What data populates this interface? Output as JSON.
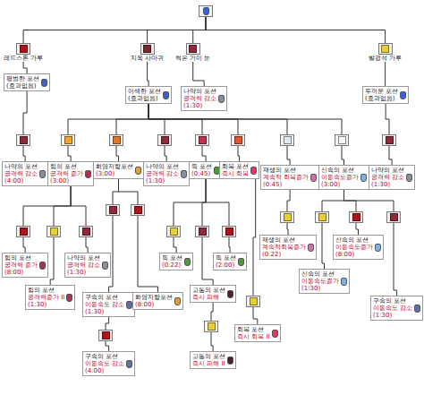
{
  "diagram": {
    "nodes": [
      {
        "text": []
      },
      {
        "text": [
          "레드스톤 가루"
        ]
      },
      {
        "text": [
          "지옥 사마귀"
        ]
      },
      {
        "text": [
          "썩은 거미 눈"
        ]
      },
      {
        "text": [
          "발광석 가루"
        ]
      },
      {
        "text": [
          "평범한 포션",
          "(효과없음)"
        ]
      },
      {
        "text": [
          "어색한 포션",
          "(효과없음)"
        ]
      },
      {
        "text": [
          "나약의 포션",
          "공격력 감소",
          "(1:30)"
        ]
      },
      {
        "text": [
          "두꺼운 포션",
          "(효과없음)"
        ]
      },
      {
        "text": []
      },
      {
        "text": []
      },
      {
        "text": []
      },
      {
        "text": []
      },
      {
        "text": []
      },
      {
        "text": []
      },
      {
        "text": []
      },
      {
        "text": []
      },
      {
        "text": []
      },
      {
        "text": [
          "나약의 포션",
          "공격력 감소",
          "(4:00)"
        ]
      },
      {
        "text": [
          "힘의 포션",
          "공격력 증가",
          "(3:00)"
        ]
      },
      {
        "text": [
          "화염저항포션",
          "(3:00)"
        ]
      },
      {
        "text": [
          "나약의 포션",
          "공격력 감소",
          "(1:30)"
        ]
      },
      {
        "text": [
          "독 포션",
          "(0:45)"
        ]
      },
      {
        "text": [
          "회복 포션",
          "즉시 회복"
        ]
      },
      {
        "text": [
          "재생의 포션",
          "계속적 회복증가",
          "(0:45)"
        ]
      },
      {
        "text": [
          "신속의 포션",
          "이동속도증가",
          "(3:00)"
        ]
      },
      {
        "text": [
          "나약의 포션",
          "공격력 감소",
          "(1:30)"
        ]
      },
      {
        "text": []
      },
      {
        "text": []
      },
      {
        "text": []
      },
      {
        "text": [
          "힘의 포션",
          "공격력 증가",
          "(8:00)"
        ]
      },
      {
        "text": [
          "힘의 포션",
          "공격력증가 II",
          "(1:30)"
        ]
      },
      {
        "text": [
          "나약의 포션",
          "공격력 감소",
          "(1:30)"
        ]
      },
      {
        "text": []
      },
      {
        "text": []
      },
      {
        "text": [
          "구속의 포션",
          "이동속도 감소",
          "(1:30)"
        ]
      },
      {
        "text": [
          "화염저항포션",
          "(8:00)"
        ]
      },
      {
        "text": []
      },
      {
        "text": []
      },
      {
        "text": []
      },
      {
        "text": [
          "독 포션",
          "(0:22)"
        ]
      },
      {
        "text": [
          "고통의 포션",
          "즉시 피해"
        ]
      },
      {
        "text": [
          "독 포션",
          "(2:00)"
        ]
      },
      {
        "text": []
      },
      {
        "text": [
          "구속의 포션",
          "이동속도 감소",
          "(4:00)"
        ]
      },
      {
        "text": []
      },
      {
        "text": [
          "고통의 포션",
          "즉시 피해 II"
        ]
      },
      {
        "text": []
      },
      {
        "text": [
          "회복 포션",
          "즉시 회복 II"
        ]
      },
      {
        "text": []
      },
      {
        "text": [
          "재생의 포션",
          "계속적회복증가",
          "(0:22)"
        ]
      },
      {
        "text": []
      },
      {
        "text": []
      },
      {
        "text": []
      },
      {
        "text": [
          "신속의 포션",
          "이동속도증가",
          "(1:30)"
        ]
      },
      {
        "text": [
          "신속의 포션",
          "이동속도증가",
          "(8:00)"
        ]
      },
      {
        "text": [
          "구속의 포션",
          "이동속도 감소",
          "(1:30)"
        ]
      }
    ],
    "edges": [
      {
        "from": 0,
        "to": 1,
        "arrow": "none"
      },
      {
        "from": 0,
        "to": 2,
        "arrow": "none"
      },
      {
        "from": 0,
        "to": 3,
        "arrow": "none"
      },
      {
        "from": 0,
        "to": 4,
        "arrow": "none"
      },
      {
        "from": 1,
        "to": 5,
        "arrow": "none"
      },
      {
        "from": 2,
        "to": 6,
        "arrow": "none"
      },
      {
        "from": 3,
        "to": 7,
        "arrow": "none"
      },
      {
        "from": 4,
        "to": 8,
        "arrow": "none"
      },
      {
        "from": 5,
        "to": 9,
        "arrow": "none"
      },
      {
        "from": 6,
        "to": 10,
        "arrow": "none"
      },
      {
        "from": 6,
        "to": 11,
        "arrow": "none"
      },
      {
        "from": 6,
        "to": 12,
        "arrow": "none"
      },
      {
        "from": 6,
        "to": 13,
        "arrow": "none"
      },
      {
        "from": 6,
        "to": 14,
        "arrow": "none"
      },
      {
        "from": 6,
        "to": 15,
        "arrow": "none"
      },
      {
        "from": 6,
        "to": 16,
        "arrow": "none"
      },
      {
        "from": 8,
        "to": 17,
        "arrow": "none"
      },
      {
        "from": 9,
        "to": 18,
        "arrow": "none"
      },
      {
        "from": 10,
        "to": 19,
        "arrow": "none"
      },
      {
        "from": 11,
        "to": 20,
        "arrow": "none"
      },
      {
        "from": 12,
        "to": 21,
        "arrow": "none"
      },
      {
        "from": 13,
        "to": 22,
        "arrow": "none"
      },
      {
        "from": 14,
        "to": 23,
        "arrow": "none"
      },
      {
        "from": 15,
        "to": 24,
        "arrow": "none"
      },
      {
        "from": 16,
        "to": 25,
        "arrow": "none"
      },
      {
        "from": 17,
        "to": 26,
        "arrow": "none"
      },
      {
        "from": 19,
        "to": 27,
        "arrow": "none"
      },
      {
        "from": 19,
        "to": 28,
        "arrow": "none"
      },
      {
        "from": 19,
        "to": 29,
        "arrow": "none"
      },
      {
        "from": 27,
        "to": 30,
        "arrow": "none"
      },
      {
        "from": 28,
        "to": 31,
        "arrow": "none"
      },
      {
        "from": 29,
        "to": 32,
        "arrow": "none"
      },
      {
        "from": 20,
        "to": 33,
        "arrow": "none"
      },
      {
        "from": 20,
        "to": 34,
        "arrow": "none"
      },
      {
        "from": 33,
        "to": 35,
        "arrow": "none"
      },
      {
        "from": 34,
        "to": 36,
        "arrow": "none"
      },
      {
        "from": 22,
        "to": 37,
        "arrow": "none"
      },
      {
        "from": 22,
        "to": 38,
        "arrow": "none"
      },
      {
        "from": 22,
        "to": 39,
        "arrow": "none"
      },
      {
        "from": 37,
        "to": 40,
        "arrow": "none"
      },
      {
        "from": 38,
        "to": 41,
        "arrow": "none"
      },
      {
        "from": 39,
        "to": 42,
        "arrow": "none"
      },
      {
        "from": 35,
        "to": 43,
        "arrow": "none"
      },
      {
        "from": 43,
        "to": 44,
        "arrow": "none"
      },
      {
        "from": 41,
        "to": 45,
        "arrow": "none"
      },
      {
        "from": 45,
        "to": 46,
        "arrow": "none"
      },
      {
        "from": 23,
        "to": 47,
        "arrow": "none"
      },
      {
        "from": 47,
        "to": 48,
        "arrow": "none"
      },
      {
        "from": 24,
        "to": 49,
        "arrow": "none"
      },
      {
        "from": 49,
        "to": 50,
        "arrow": "none"
      },
      {
        "from": 25,
        "to": 51,
        "arrow": "none"
      },
      {
        "from": 25,
        "to": 52,
        "arrow": "none"
      },
      {
        "from": 25,
        "to": 53,
        "arrow": "none"
      },
      {
        "from": 51,
        "to": 54,
        "arrow": "none"
      },
      {
        "from": 52,
        "to": 55,
        "arrow": "none"
      },
      {
        "from": 53,
        "to": 56,
        "arrow": "none"
      }
    ]
  }
}
